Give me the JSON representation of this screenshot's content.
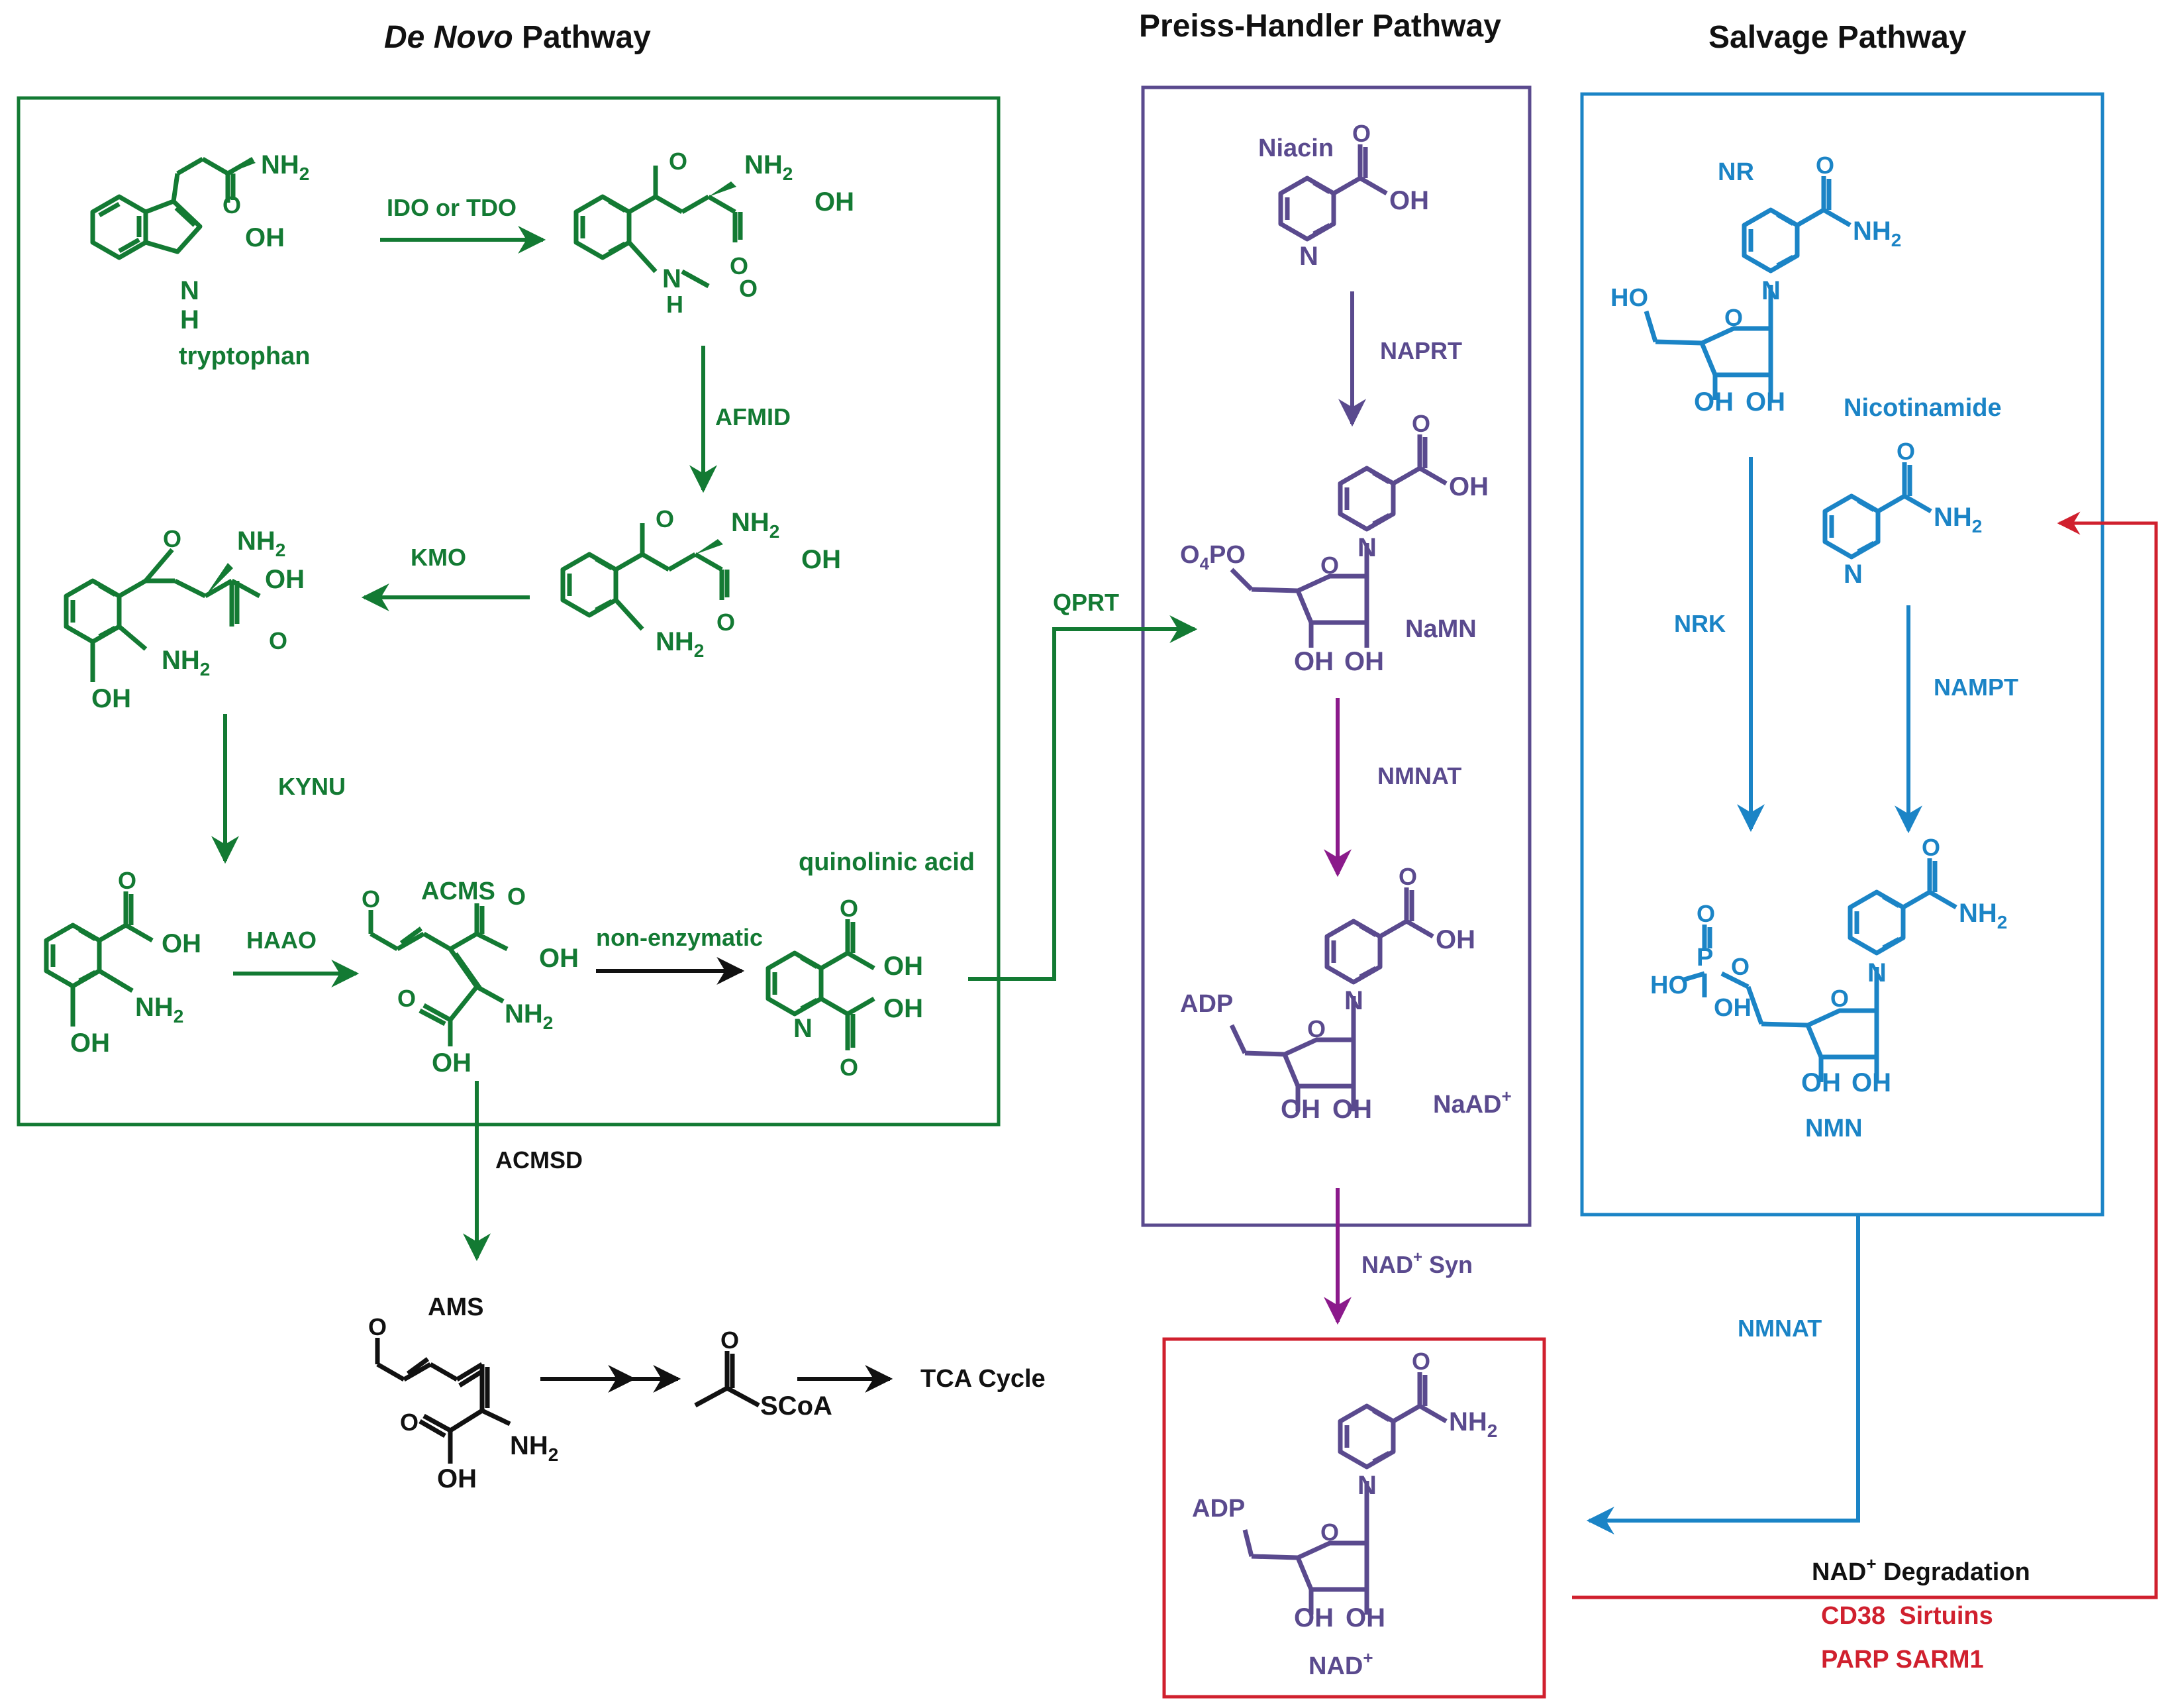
{
  "colors": {
    "de_novo": "#137a33",
    "preiss_handler": "#5a4a8e",
    "nmnat_magenta": "#8b1a8b",
    "salvage": "#1b84c6",
    "degradation": "#d0202e",
    "neutral": "#111111"
  },
  "titles": {
    "de_novo_italic": "De Novo",
    "de_novo_rest": " Pathway",
    "preiss_handler": "Preiss-Handler Pathway",
    "salvage": "Salvage Pathway"
  },
  "compounds": {
    "tryptophan": "tryptophan",
    "acms": "ACMS",
    "quinolinic_acid": "quinolinic acid",
    "ams": "AMS",
    "tca_cycle": "TCA Cycle",
    "niacin": "Niacin",
    "namn": "NaMN",
    "naad": "NaAD",
    "nad": "NAD",
    "nr": "NR",
    "nicotinamide": "Nicotinamide",
    "nmn": "NMN"
  },
  "enzymes": {
    "ido_tdo": "IDO or TDO",
    "afmid": "AFMID",
    "kmo": "KMO",
    "kynu": "KYNU",
    "haao": "HAAO",
    "non_enzymatic": "non-enzymatic",
    "acmsd": "ACMSD",
    "qprt": "QPRT",
    "naprt": "NAPRT",
    "nmnat_ph": "NMNAT",
    "nad_syn": "NAD",
    "nad_syn_tail": " Syn",
    "nrk": "NRK",
    "nampt": "NAMPT",
    "nmnat_salvage": "NMNAT"
  },
  "degradation": {
    "heading": "NAD",
    "heading_tail": " Degradation",
    "enzymes_line1": "CD38  Sirtuins",
    "enzymes_line2": "PARP SARM1"
  },
  "superscript_plus": "+",
  "atoms": {
    "nh2": "NH",
    "sub2": "2",
    "oh": "OH",
    "ho": "HO",
    "o": "O",
    "n": "N",
    "h": "H",
    "p": "P",
    "adp": "ADP",
    "o4po": "O",
    "o4po_sub": "4",
    "o4po_tail": "PO",
    "scoa": "SCoA"
  }
}
